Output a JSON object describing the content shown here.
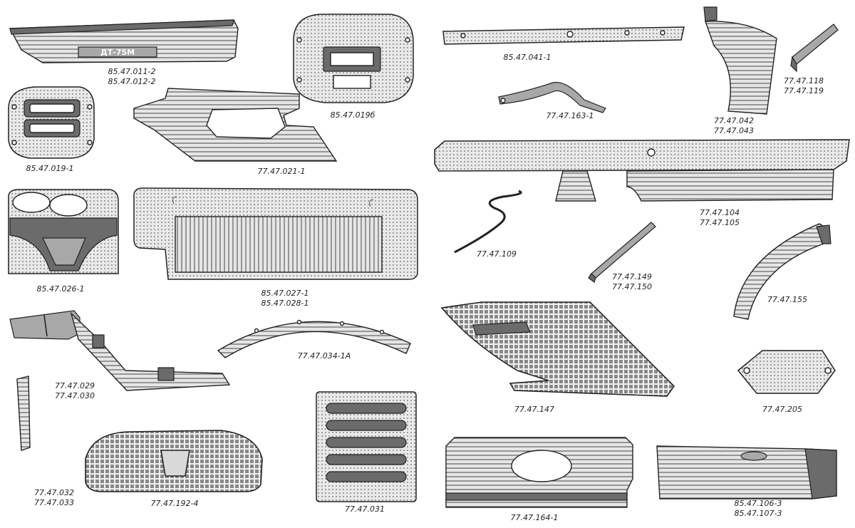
{
  "parts": [
    {
      "id": "hood-dt75m",
      "emblem": "ДТ-75М",
      "labels": [
        "85.47.011-2",
        "85.47.012-2"
      ]
    },
    {
      "id": "front-frame-small",
      "labels": [
        "85.47.019-1"
      ]
    },
    {
      "id": "front-frame-large",
      "labels": [
        "85.47.019б"
      ]
    },
    {
      "id": "side-panel-ribbed",
      "labels": [
        "77.47.021-1"
      ]
    },
    {
      "id": "front-panel",
      "labels": [
        "85.47.026-1"
      ]
    },
    {
      "id": "grille-panel",
      "labels": [
        "85.47.027-1",
        "85.47.028-1"
      ]
    },
    {
      "id": "bracket-bent",
      "labels": [
        "77.47.029",
        "77.47.030"
      ]
    },
    {
      "id": "arc-strip",
      "labels": [
        "77.47.034-1А"
      ]
    },
    {
      "id": "vertical-strip",
      "labels": [
        "77.47.032",
        "77.47.033"
      ]
    },
    {
      "id": "front-grille-emblem",
      "labels": [
        "77.47.192-4"
      ]
    },
    {
      "id": "louver-panel",
      "labels": [
        "77.47.031"
      ]
    },
    {
      "id": "top-strip",
      "labels": [
        "85.47.041-1"
      ]
    },
    {
      "id": "curved-fender",
      "labels": [
        "77.47.042",
        "77.47.043"
      ]
    },
    {
      "id": "small-bracket",
      "labels": [
        "77.47.118",
        "77.47.119"
      ]
    },
    {
      "id": "lever",
      "labels": [
        "77.47.163-1"
      ]
    },
    {
      "id": "long-beam",
      "labels": [
        "77.47.104",
        "77.47.105"
      ]
    },
    {
      "id": "wire-rod",
      "labels": [
        "77.47.109"
      ]
    },
    {
      "id": "angle-strip",
      "labels": [
        "77.47.149",
        "77.47.150"
      ]
    },
    {
      "id": "curved-rail",
      "labels": [
        "77.47.155"
      ]
    },
    {
      "id": "grid-side-panel",
      "labels": [
        "77.47.147"
      ]
    },
    {
      "id": "cover-plate",
      "labels": [
        "77.47.205"
      ]
    },
    {
      "id": "bottom-panel-hole",
      "labels": [
        "77.47.164-1"
      ]
    },
    {
      "id": "bottom-long-panel",
      "labels": [
        "85.47.106-3",
        "85.47.107-3"
      ]
    }
  ]
}
